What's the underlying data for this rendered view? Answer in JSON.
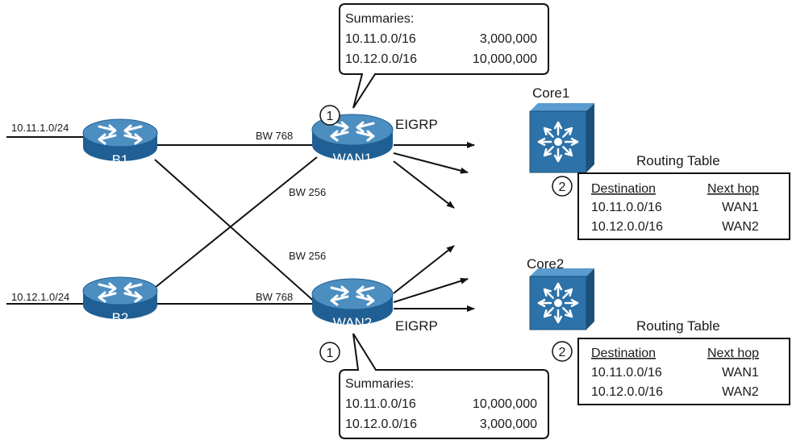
{
  "colors": {
    "router_top": "#4d8ec1",
    "router_body": "#1f5f93",
    "switch_face": "#2d72a8",
    "switch_side": "#1b5078",
    "line": "#111111"
  },
  "routers": {
    "b1": {
      "name": "B1",
      "subnet": "10.11.1.0/24"
    },
    "b2": {
      "name": "B2",
      "subnet": "10.12.1.0/24"
    },
    "wan1": {
      "name": "WAN1"
    },
    "wan2": {
      "name": "WAN2"
    }
  },
  "links": {
    "b1_wan1_bw": "BW 768",
    "b2_wan1_bw": "BW 256",
    "b1_wan2_bw": "BW 256",
    "b2_wan2_bw": "BW 768"
  },
  "protocol_label": "EIGRP",
  "step_markers": {
    "one": "1",
    "two": "2"
  },
  "summary_top": {
    "title": "Summaries:",
    "rows": [
      {
        "prefix": "10.11.0.0/16",
        "metric": "3,000,000"
      },
      {
        "prefix": "10.12.0.0/16",
        "metric": "10,000,000"
      }
    ]
  },
  "summary_bottom": {
    "title": "Summaries:",
    "rows": [
      {
        "prefix": "10.11.0.0/16",
        "metric": "10,000,000"
      },
      {
        "prefix": "10.12.0.0/16",
        "metric": "3,000,000"
      }
    ]
  },
  "core1": {
    "name": "Core1",
    "table_title": "Routing Table",
    "headers": {
      "dest": "Destination",
      "next": "Next hop"
    },
    "rows": [
      {
        "dest": "10.11.0.0/16",
        "next": "WAN1"
      },
      {
        "dest": "10.12.0.0/16",
        "next": "WAN2"
      }
    ]
  },
  "core2": {
    "name": "Core2",
    "table_title": "Routing Table",
    "headers": {
      "dest": "Destination",
      "next": "Next hop"
    },
    "rows": [
      {
        "dest": "10.11.0.0/16",
        "next": "WAN1"
      },
      {
        "dest": "10.12.0.0/16",
        "next": "WAN2"
      }
    ]
  }
}
